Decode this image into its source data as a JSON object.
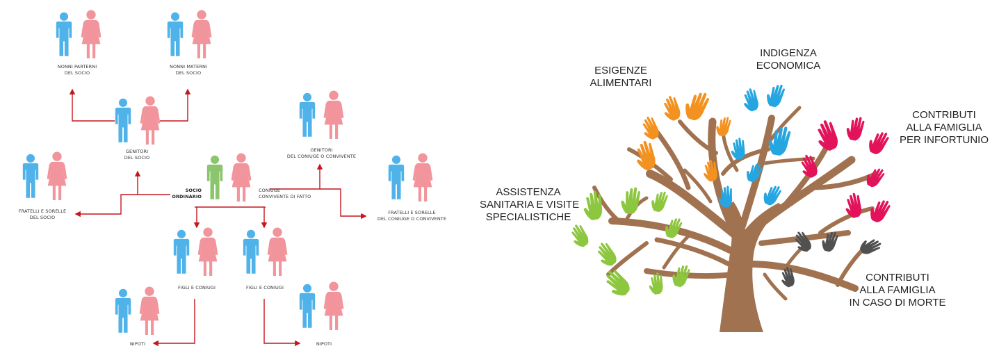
{
  "colors": {
    "male": "#4fb3ea",
    "female": "#f1949b",
    "socio": "#8bc56e",
    "arrow": "#c4161c",
    "trunk": "#a07250",
    "hand_orange": "#f39220",
    "hand_blue": "#26a6e0",
    "hand_pink": "#e3135b",
    "hand_green": "#8dc63f",
    "hand_gray": "#505050"
  },
  "icons": {
    "person": "person-icon",
    "hand": "hand-icon",
    "arrow": "arrow-head-icon"
  },
  "family_tree": {
    "nonni_paterni": [
      "NONNI PARTERNI",
      "DEL SOCIO"
    ],
    "nonni_materni": [
      "NONNI MATERNI",
      "DEL SOCIO"
    ],
    "genitori_socio": [
      "GENITORI",
      "DEL SOCIO"
    ],
    "genitori_coniuge": [
      "GENITORI",
      "DEL CONIUGE O CONVIVENTE"
    ],
    "fratelli_socio": [
      "FRATELLI E SORELLE",
      "DEL SOCIO"
    ],
    "socio": [
      "SOCIO",
      "ORDINARIO"
    ],
    "coniuge": [
      "CONIUGE",
      "CONVIVENTE DI FATTO"
    ],
    "fratelli_coniuge": [
      "FRATELLI E SORELLE",
      "DEL CONIUGE O CONVIVENTE"
    ],
    "figli_1": "FIGLI E CONIUGI",
    "figli_2": "FIGLI E CONIUGI",
    "nipoti_1": "NIPOTI",
    "nipoti_2": "NIPOTI"
  },
  "tree": {
    "esigenze": [
      "ESIGENZE",
      "ALIMENTARI"
    ],
    "indigenza": [
      "INDIGENZA",
      "ECONOMICA"
    ],
    "contributi_infortunio": [
      "CONTRIBUTI",
      "ALLA FAMIGLIA",
      "PER INFORTUNIO"
    ],
    "assistenza": [
      "ASSISTENZA",
      "SANITARIA E VISITE",
      "SPECIALISTICHE"
    ],
    "contributi_morte": [
      "CONTRIBUTI",
      "ALLA FAMIGLIA",
      "IN CASO DI MORTE"
    ]
  }
}
